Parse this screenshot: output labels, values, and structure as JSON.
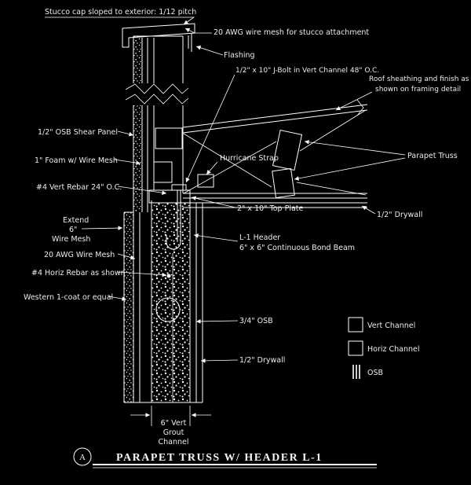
{
  "drawing": {
    "background": "#000000",
    "line_color": "#ffffff",
    "callouts": {
      "stucco_cap": "Stucco cap sloped to exterior: 1/12 pitch",
      "wire_mesh_attach": "20 AWG wire mesh for stucco attachment",
      "flashing": "Flashing",
      "j_bolt": "1/2\" x 10\" J-Bolt in Vert Channel 48\" O.C.",
      "roof_line1": "Roof sheathing and finish as",
      "roof_line2": "shown on framing detail",
      "osb_shear": "1/2\" OSB Shear Panel",
      "foam": "1\" Foam w/ Wire Mesh",
      "hurricane_strap": "Hurricane Strap",
      "parapet_truss": "Parapet Truss",
      "vert_rebar": "#4 Vert Rebar 24\" O.C.",
      "top_plate": "2\" x 10\" Top Plate",
      "drywall_right": "1/2\" Drywall",
      "extend_line1": "Extend",
      "extend_line2": "6\"",
      "extend_line3": "Wire Mesh",
      "awg_mesh": "20 AWG Wire Mesh",
      "header_line1": "L-1 Header",
      "header_line2": "6\" x 6\" Continuous Bond Beam",
      "horiz_rebar": "#4 Horiz Rebar as shown",
      "stucco_coat": "Western 1-coat or equal",
      "osb_34": "3/4\" OSB",
      "drywall_bottom": "1/2\" Drywall",
      "grout_line1": "6\" Vert",
      "grout_line2": "Grout",
      "grout_line3": "Channel"
    },
    "legend": {
      "vert_channel": "Vert Channel",
      "horiz_channel": "Horiz Channel",
      "osb": "OSB"
    },
    "titleblock": {
      "detail_letter": "A",
      "title": "PARAPET TRUSS W/ HEADER L-1"
    }
  }
}
